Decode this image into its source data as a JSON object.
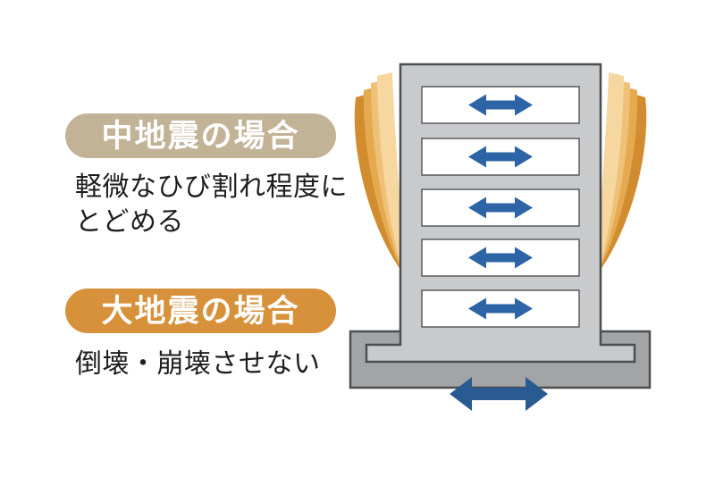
{
  "page": {
    "background": "#ffffff",
    "text_color": "#1e1e1e"
  },
  "medium_case": {
    "title": "中地震の場合",
    "desc_line1": "軽微なひび割れ程度に",
    "desc_line2": "とどめる",
    "pill_color": "#c2b296",
    "title_color": "#ffffff"
  },
  "large_case": {
    "title": "大地震の場合",
    "desc_line1": "倒壊・崩壊させない",
    "pill_color": "#d7913b",
    "title_color": "#ffffff"
  },
  "diagram": {
    "floor_count": 5,
    "building_color": "#c9cacc",
    "foundation_color": "#a3a4a6",
    "outline_color": "#4d4e50",
    "window_color": "#ffffff",
    "floor_arrow_color": "#2d64a5",
    "ground_arrow_color": "#295a91",
    "sway_colors_outer_to_inner": [
      "#d18c2f",
      "#e5a94f",
      "#efc178",
      "#f5d79f"
    ],
    "floor_arrow_icon": "left-right-arrow",
    "ground_arrow_icon": "left-right-arrow",
    "sway_icon": "sway-fan"
  }
}
